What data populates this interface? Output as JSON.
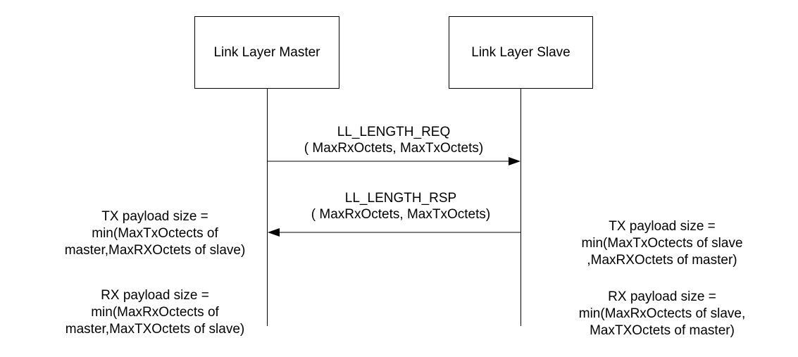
{
  "lifelines": {
    "master": "Link Layer Master",
    "slave": "Link Layer Slave"
  },
  "messages": {
    "request": {
      "name": "LL_LENGTH_REQ",
      "params": "( MaxRxOctets, MaxTxOctets)",
      "direction": "master-to-slave"
    },
    "response": {
      "name": "LL_LENGTH_RSP",
      "params": "( MaxRxOctets, MaxTxOctets)",
      "direction": "slave-to-master"
    }
  },
  "notes": {
    "master_tx": [
      "TX payload size =",
      "min(MaxTxOctects of",
      "master,MaxRXOctets of slave)"
    ],
    "master_rx": [
      "RX payload size =",
      "min(MaxRxOctects of",
      "master,MaxTXOctets of slave)"
    ],
    "slave_tx": [
      "TX payload size =",
      "min(MaxTxOctects of slave",
      ",MaxRXOctets of master)"
    ],
    "slave_rx": [
      "RX payload size =",
      "min(MaxRxOctects of slave,",
      "MaxTXOctets of master)"
    ]
  },
  "colors": {
    "line": "#000000",
    "background": "#ffffff"
  }
}
